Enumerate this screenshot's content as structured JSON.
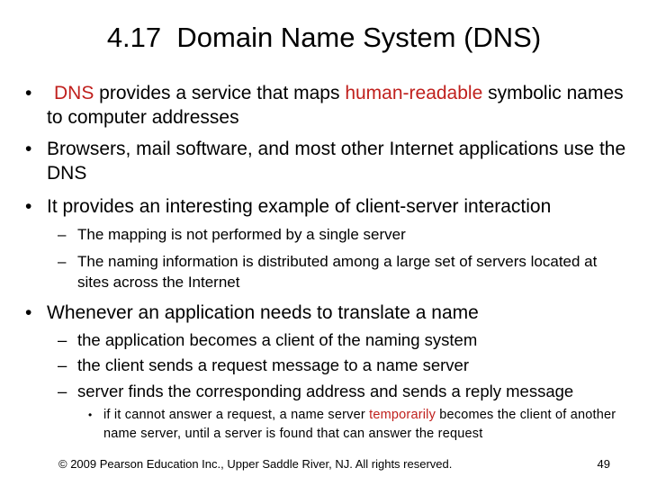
{
  "title": "4.17  Domain Name System (DNS)",
  "bullets": [
    {
      "symbol": "•",
      "parts": [
        {
          "text": "DNS",
          "color": "#c0201d"
        },
        {
          "text": " provides a service that maps "
        },
        {
          "text": "human-readable",
          "color": "#c0201d"
        },
        {
          "text": " symbolic names to computer addresses"
        }
      ]
    },
    {
      "symbol": "•",
      "text": "Browsers, mail software, and most other Internet applications use the DNS"
    },
    {
      "symbol": "•",
      "text": "It provides an interesting example of client-server interaction",
      "subitems": [
        {
          "symbol": "–",
          "text": "The mapping is not performed by a single server"
        },
        {
          "symbol": "–",
          "text": "The naming information is distributed among a large set of servers located at sites across the Internet"
        }
      ]
    },
    {
      "symbol": "•",
      "text": "Whenever an application needs to translate a name",
      "subitems": [
        {
          "symbol": "–",
          "text": "the application becomes a client of the naming system"
        },
        {
          "symbol": "–",
          "text": "the client sends a request message to a name server"
        },
        {
          "symbol": "–",
          "text": "server finds the corresponding address and sends a reply message",
          "subitems": [
            {
              "symbol": "•",
              "parts": [
                {
                  "text": "if it cannot answer a request, a name server "
                },
                {
                  "text": "temporarily",
                  "color": "#c0201d"
                },
                {
                  "text": " becomes the client of another name server, until a server is found that can answer the request"
                }
              ]
            }
          ]
        }
      ]
    }
  ],
  "footer": {
    "copyright": "© 2009 Pearson Education Inc., Upper Saddle River, NJ. All rights reserved.",
    "page_number": "49"
  }
}
